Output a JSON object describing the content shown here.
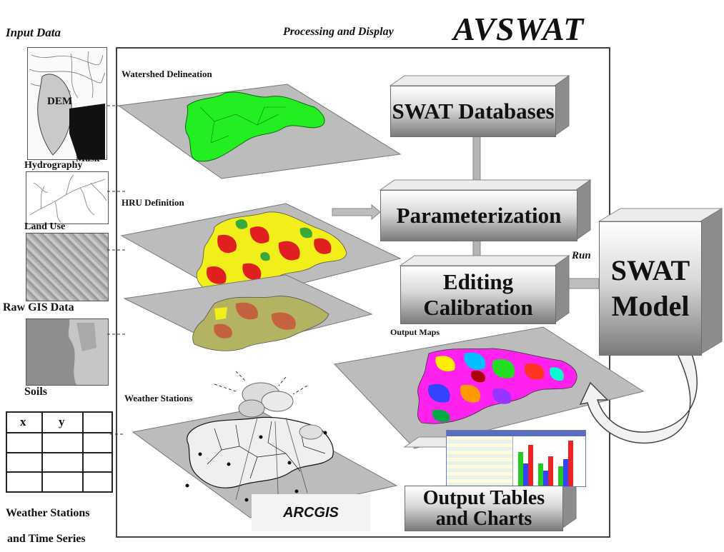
{
  "header": {
    "input_data": "Input Data",
    "processing_display": "Processing and Display",
    "app_title": "AVSWAT"
  },
  "inputs": {
    "dem": "DEM",
    "mask": "Mask",
    "hydrography": "Hydrography",
    "land_use": "Land Use",
    "raw_gis": "Raw GIS Data",
    "soils": "Soils",
    "table_headers": [
      "x",
      "y",
      ""
    ],
    "weather_time_series_line1": "Weather Stations",
    "weather_time_series_line2": "and Time Series"
  },
  "layers": {
    "watershed": "Watershed Delineation",
    "hru": "HRU Definition",
    "weather": "Weather Stations",
    "output_maps": "Output Maps"
  },
  "boxes": {
    "databases": "SWAT Databases",
    "parameterization": "Parameterization",
    "editing_line1": "Editing",
    "editing_line2": "Calibration",
    "model_line1": "SWAT",
    "model_line2": "Model",
    "output_line1": "Output Tables",
    "output_line2": "and Charts"
  },
  "run_label": "Run",
  "arcgis_label": "ARCGIS",
  "colors": {
    "plane": "#b9b9b9",
    "watershed_fill": "#22ee22",
    "hru_yellow": "#f2ee1a",
    "hru_red": "#e01f1f",
    "hru_green": "#3aa83a"
  }
}
